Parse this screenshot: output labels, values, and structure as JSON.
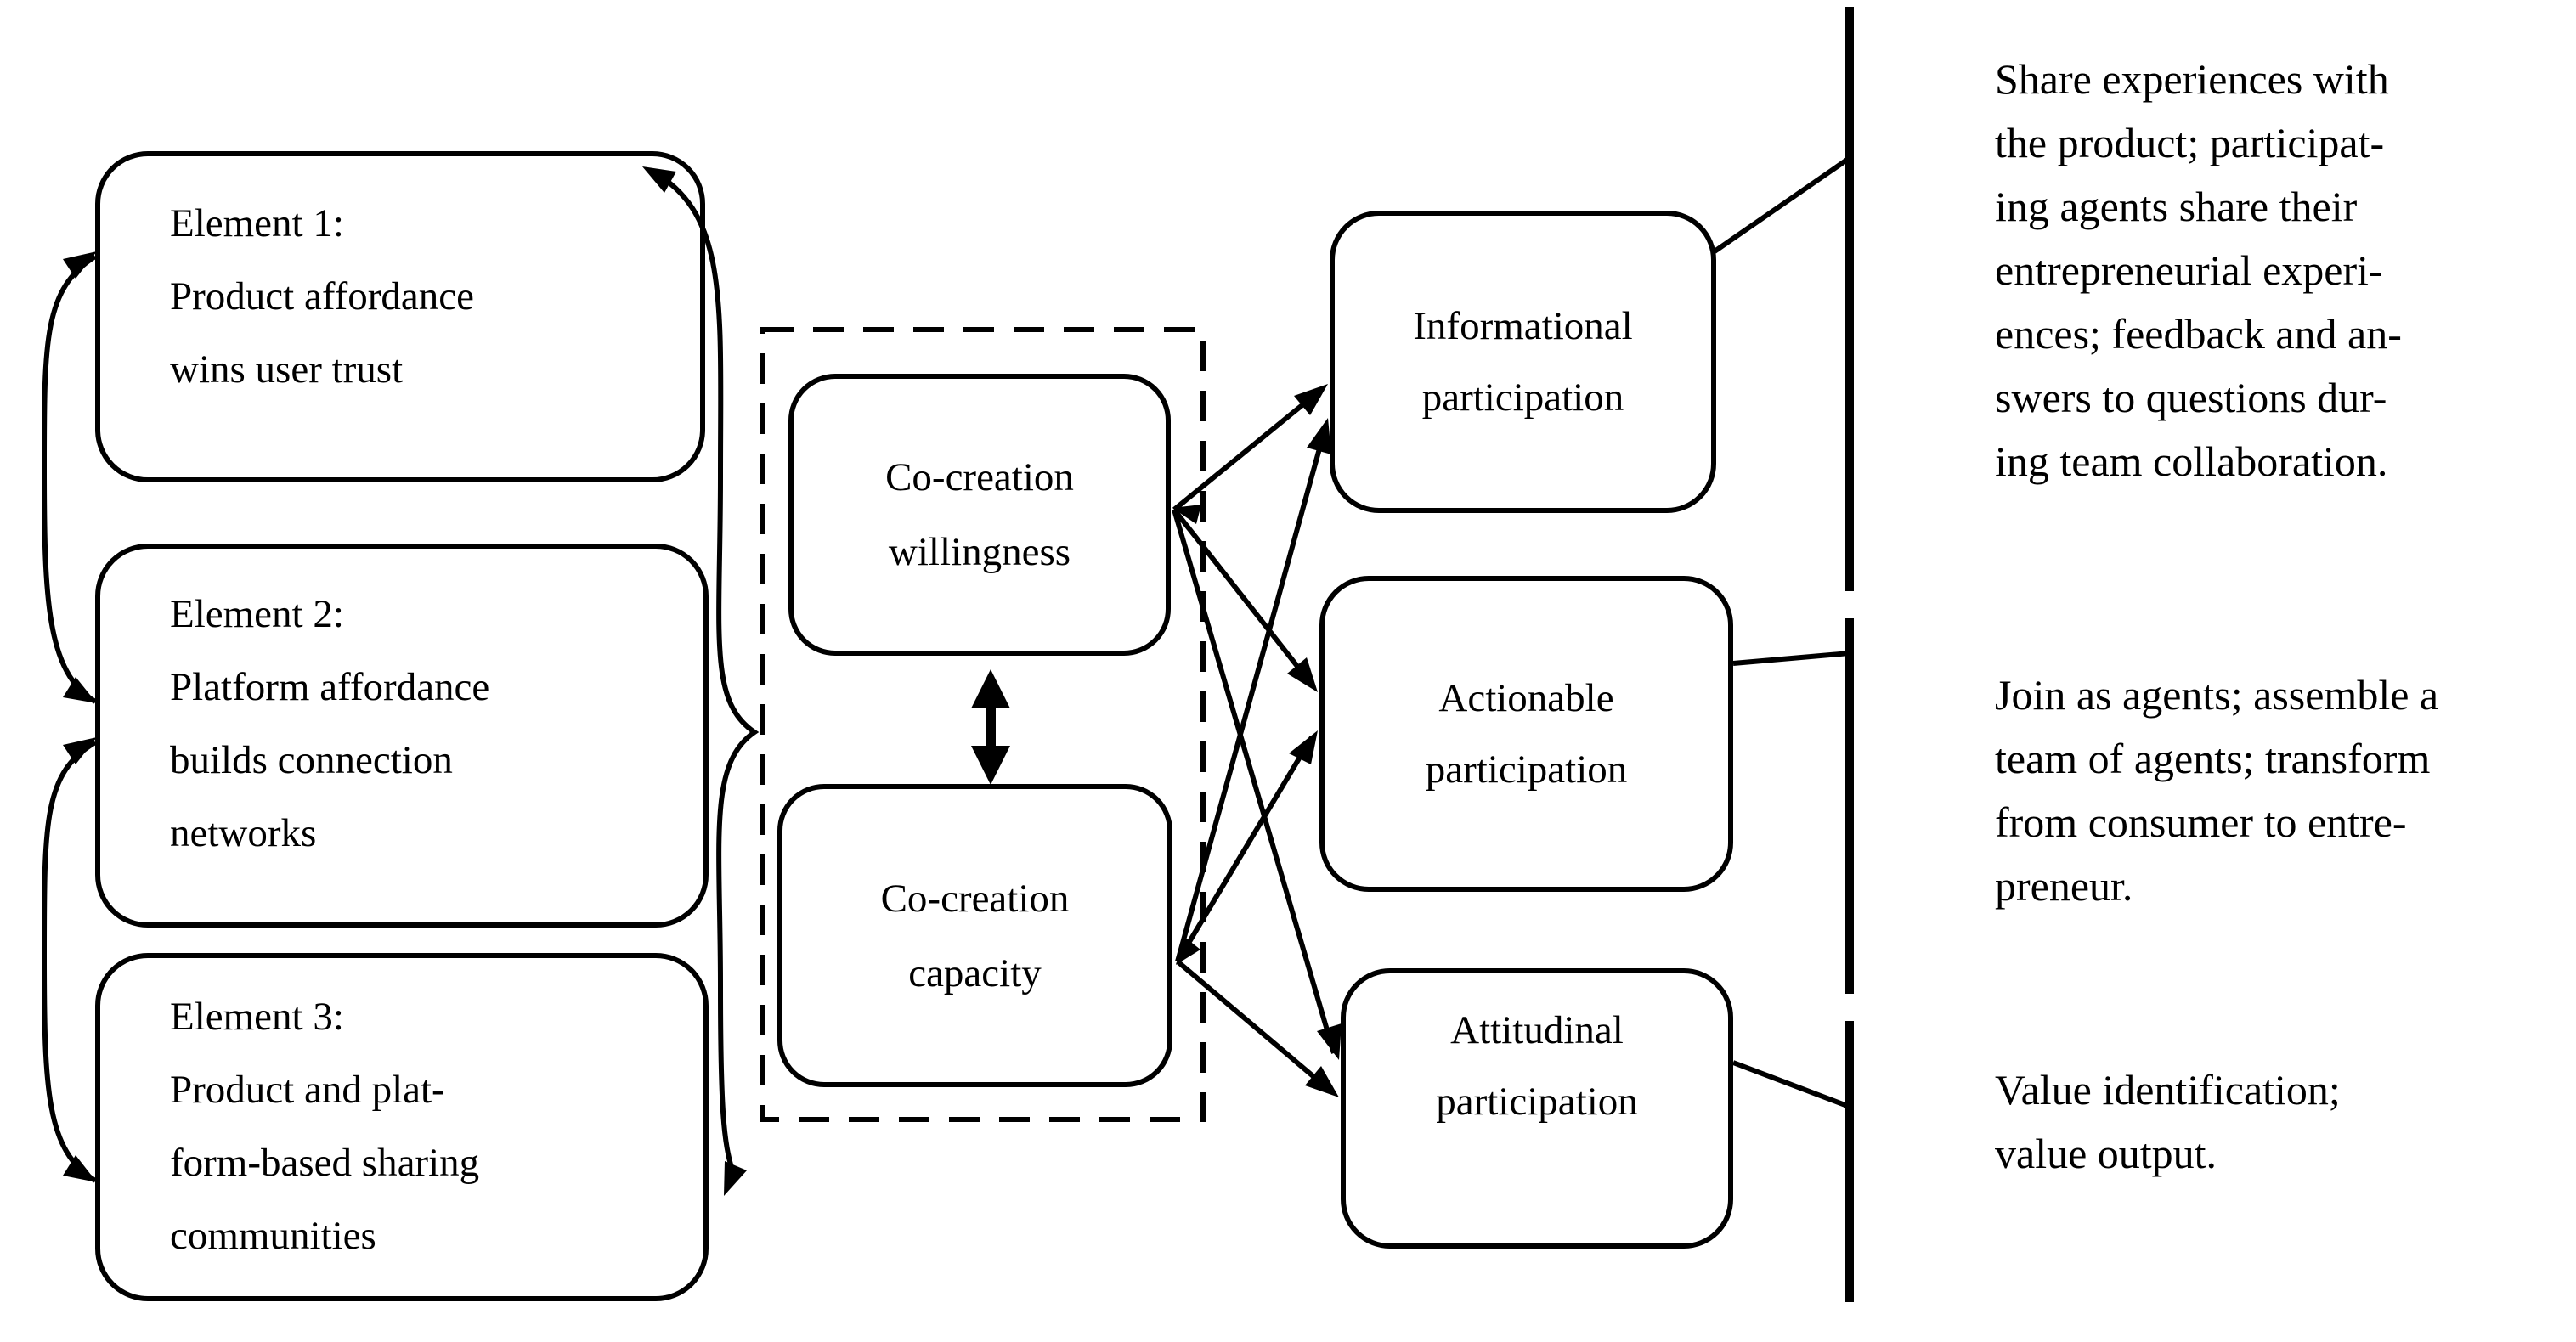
{
  "figure": {
    "elements": [
      {
        "label": "Element 1:\nProduct affordance\nwins user trust"
      },
      {
        "label": "Element 2:\nPlatform affordance\nbuilds connection\nnetworks"
      },
      {
        "label": "Element 3:\nProduct and plat-\nform-based sharing\ncommunities"
      }
    ],
    "cocreation": {
      "willingness_label": "Co-creation\nwillingness",
      "capacity_label": "Co-creation\ncapacity"
    },
    "participation": [
      {
        "label": "Informational\nparticipation",
        "annotation": "Share experiences with\nthe product; participat-\ning agents share their\nentrepreneurial experi-\nences; feedback and an-\nswers to questions dur-\ning team collaboration."
      },
      {
        "label": "Actionable\nparticipation",
        "annotation": "Join as agents; assemble a\nteam of agents; transform\nfrom consumer to entre-\npreneur."
      },
      {
        "label": "Attitudinal\nparticipation",
        "annotation": "Value identification;\nvalue output."
      }
    ],
    "colors": {
      "ink": "#000000",
      "background": "#ffffff"
    }
  }
}
